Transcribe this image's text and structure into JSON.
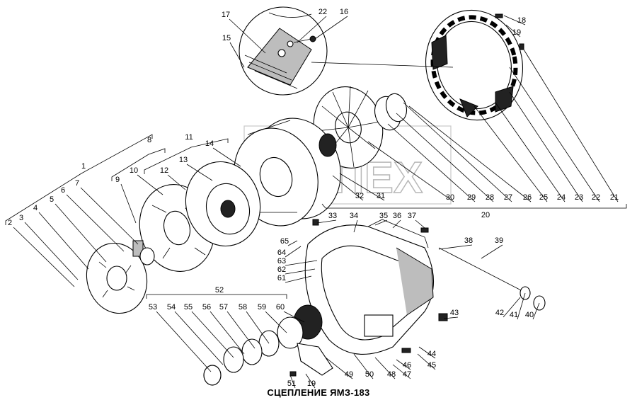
{
  "caption": "СЦЕПЛЕНИЕ ЯМЗ-183",
  "watermark": "ПЕX",
  "callouts": [
    "1",
    "2",
    "3",
    "4",
    "5",
    "6",
    "7",
    "8",
    "9",
    "10",
    "11",
    "12",
    "13",
    "14",
    "15",
    "16",
    "17",
    "18",
    "19",
    "20",
    "21",
    "22",
    "23",
    "24",
    "25",
    "26",
    "27",
    "28",
    "29",
    "30",
    "31",
    "32",
    "33",
    "34",
    "35",
    "36",
    "37",
    "38",
    "39",
    "40",
    "41",
    "42",
    "43",
    "44",
    "45",
    "46",
    "47",
    "48",
    "49",
    "50",
    "51",
    "52",
    "53",
    "54",
    "55",
    "56",
    "57",
    "58",
    "59",
    "60",
    "61",
    "62",
    "63",
    "64",
    "65"
  ]
}
